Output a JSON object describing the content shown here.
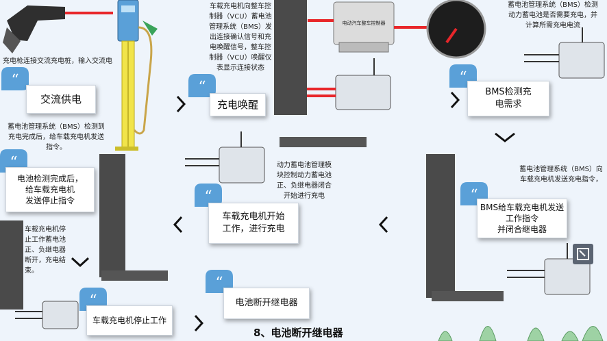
{
  "notes": {
    "ac_gun": "充电枪连接交流充电桩，输入交流电",
    "wake_desc": [
      "车载充电机向整车控",
      "制器（VCU）蓄电池",
      "管理系统（BMS）发",
      "出连接确认信号和充",
      "电唤醒信号，整车控",
      "制器（VCU）唤醒仪",
      "表显示连接状态"
    ],
    "bms_need_desc": [
      "蓄电池管理系统（BMS）检测",
      "动力蓄电池是否需要充电，并",
      "计算所需充电电流"
    ],
    "bms_done_desc": [
      "蓄电池管理系统（BMS）检测到",
      "充电完成后，给车载充电机发送",
      "指令。"
    ],
    "relay_close_desc": [
      "动力蓄电池管理模",
      "块控制动力蓄电池",
      "正、负继电器闭合",
      "开始进行充电"
    ],
    "bms_send_desc": [
      "蓄电池管理系统（BMS）向",
      "车载充电机发送充电指令，"
    ],
    "stop_desc": [
      "车载充电机停",
      "止工作蓄电池",
      "正、负继电器",
      "断开，充电结",
      "束。"
    ]
  },
  "cards": {
    "ac_supply": "交流供电",
    "wake": "充电唤醒",
    "bms_detect": [
      "BMS检测充",
      "电需求"
    ],
    "stop_cmd": [
      "电池检测完成后，",
      "给车载充电机",
      "发送停止指令"
    ],
    "obc_start": [
      "车载充电机开始",
      "工作，进行充电"
    ],
    "bms_send": [
      "BMS给车载充电机发送",
      "工作指令",
      "并闭合继电器"
    ],
    "relay_open": "电池断开继电器",
    "obc_stop": "车载充电机停止工作"
  },
  "vcu_label": "电动汽车整车控制器",
  "step_title": "8、电池断开继电器",
  "colors": {
    "accent": "#5aa0d8",
    "wire_red": "#e8262a",
    "pole_yellow": "#f1e44a"
  }
}
